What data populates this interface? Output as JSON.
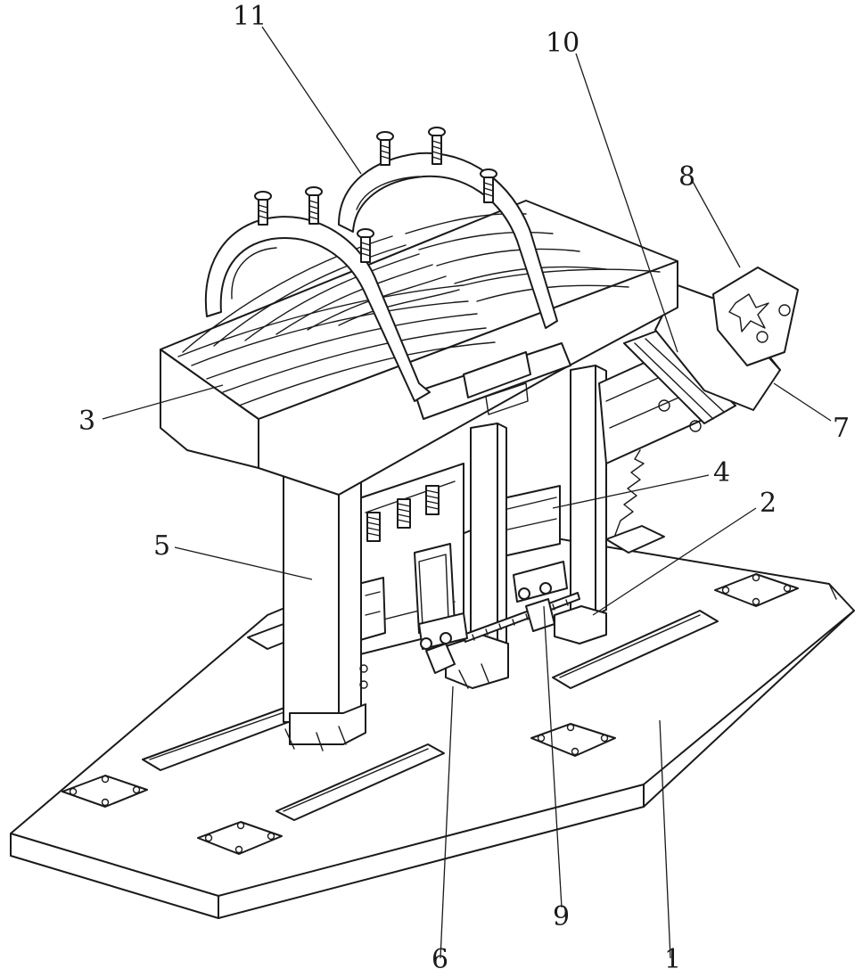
{
  "callouts": [
    {
      "id": "1",
      "text": "1"
    },
    {
      "id": "2",
      "text": "2"
    },
    {
      "id": "3",
      "text": "3"
    },
    {
      "id": "4",
      "text": "4"
    },
    {
      "id": "5",
      "text": "5"
    },
    {
      "id": "6",
      "text": "6"
    },
    {
      "id": "7",
      "text": "7"
    },
    {
      "id": "8",
      "text": "8"
    },
    {
      "id": "9",
      "text": "9"
    },
    {
      "id": "10",
      "text": "10"
    },
    {
      "id": "11",
      "text": "11"
    }
  ],
  "colors": {
    "ink": "#1a1a1a",
    "paper": "#ffffff",
    "shade": "#f2f2f2"
  }
}
